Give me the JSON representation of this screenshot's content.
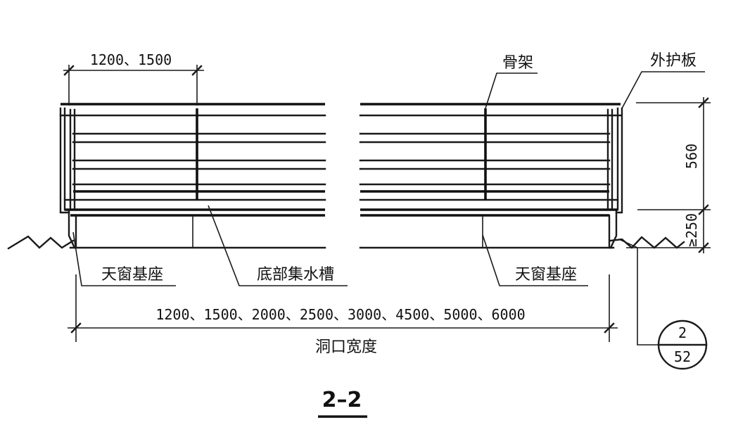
{
  "dims": {
    "top_span": "1200、1500",
    "height_upper": "560",
    "height_lower": "≥250",
    "opening_widths": "1200、1500、2000、2500、3000、4500、5000、6000"
  },
  "labels": {
    "frame": "骨架",
    "outer_panel": "外护板",
    "base_left": "天窗基座",
    "gutter": "底部集水槽",
    "base_right": "天窗基座",
    "opening_width": "洞口宽度"
  },
  "detail_ref": {
    "number": "2",
    "sheet": "52"
  },
  "section_title": "2–2"
}
